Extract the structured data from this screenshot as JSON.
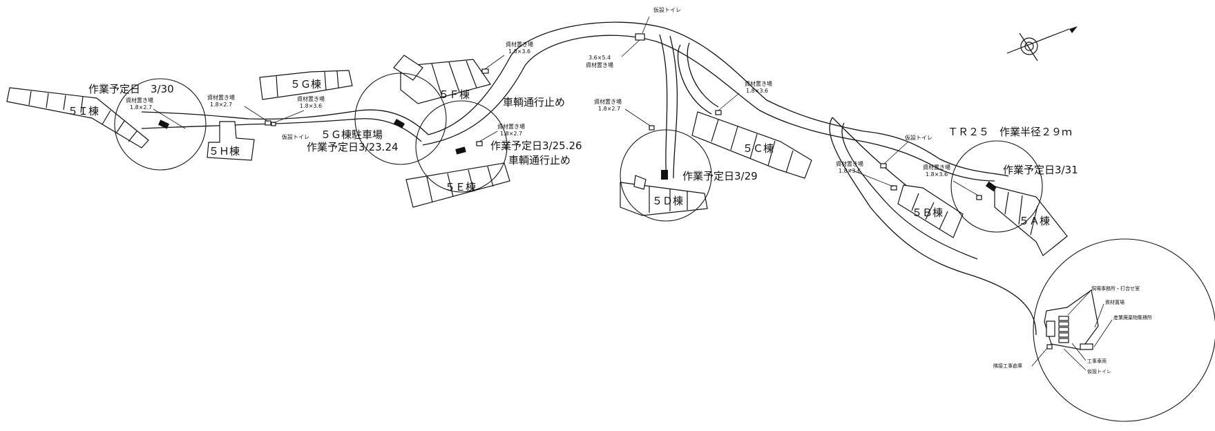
{
  "buildings": {
    "5I": "５Ｉ棟",
    "5H": "５Ｈ棟",
    "5G": "５Ｇ棟",
    "5F": "５Ｆ棟",
    "5E": "５Ｅ棟",
    "5D": "５Ｄ棟",
    "5C": "５Ｃ棟",
    "5B": "５Ｂ棟",
    "5A": "５Ａ棟"
  },
  "schedule": {
    "i": "作業予定日　3/30",
    "g": "作業予定日3/23.24",
    "e": "作業予定日3/25.26",
    "d": "作業予定日3/29",
    "a": "作業予定日3/31"
  },
  "notes": {
    "parking": "５Ｇ棟駐車場",
    "closure1": "車輌通行止め",
    "closure2": "車輌通行止め",
    "crane": "ＴＲ２５　作業半径２９ｍ"
  },
  "storage_label": "資材置き場",
  "toilet_label": "仮設トイレ",
  "sizes": {
    "a": "1.8×2.7",
    "b": "1.8×2.7",
    "c": "1.8×3.6",
    "d": "1.8×3.6",
    "e": "1.8×2.7",
    "f": "3.6×5.4",
    "g": "1.8×2.7",
    "h": "1.8×3.6",
    "i": "1.8×3.6",
    "j": "1.8×3.6"
  },
  "office": {
    "office": "現場事務所・打合せ室",
    "storage": "資材置場",
    "waste": "産業廃棄物集積所",
    "vehicle": "工事車両",
    "toilet": "仮設トイレ",
    "warehouse": "隣接工事倉庫"
  }
}
